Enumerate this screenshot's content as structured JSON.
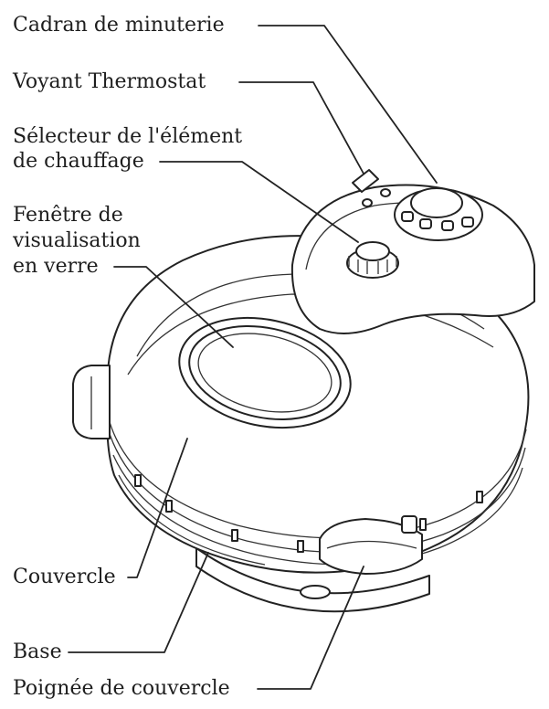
{
  "labels": {
    "timer_dial": "Cadran de minuterie",
    "thermostat_light": "Voyant Thermostat",
    "heating_selector_line1": "Sélecteur de l'élément",
    "heating_selector_line2": "de chauffage",
    "window_line1": "Fenêtre de",
    "window_line2": "visualisation",
    "window_line3": "en verre",
    "lid": "Couvercle",
    "base": "Base",
    "lid_handle": "Poignée de couvercle"
  }
}
